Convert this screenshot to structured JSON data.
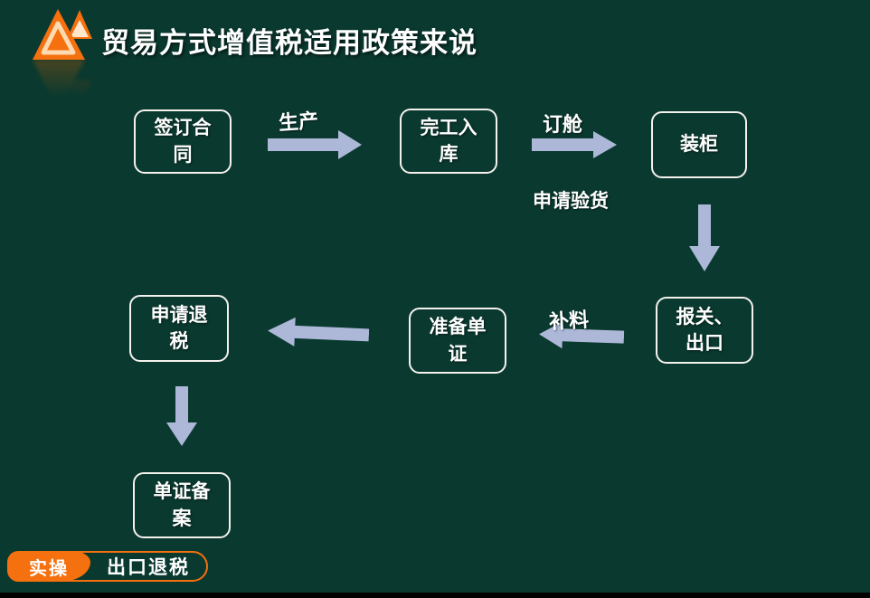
{
  "title": "贸易方式增值税适用政策来说",
  "colors": {
    "background": "#0a392f",
    "text": "#ffffff",
    "arrow": "#adb8d8",
    "box_border": "#f5f2ee",
    "accent_orange": "#f5700e",
    "logo_light": "#ffd9b0",
    "logo_lighter": "#ffe7cc"
  },
  "icons": {
    "logo": "orange-triangles-logo"
  },
  "flow": {
    "nodes": [
      {
        "id": "sign-contract",
        "label": "签订合\n同"
      },
      {
        "id": "finish-warehouse",
        "label": "完工入\n库"
      },
      {
        "id": "load-container",
        "label": "装柜"
      },
      {
        "id": "customs-export",
        "label": "报关、\n出口"
      },
      {
        "id": "prepare-docs",
        "label": "准备单\n证"
      },
      {
        "id": "apply-refund",
        "label": "申请退\n税"
      },
      {
        "id": "docs-filing",
        "label": "单证备\n案"
      }
    ],
    "edge_labels": {
      "produce": "生产",
      "booking": "订舱",
      "inspection": "申请验货",
      "supplement": "补料"
    }
  },
  "footer": {
    "tag": "实操",
    "topic": "出口退税"
  }
}
